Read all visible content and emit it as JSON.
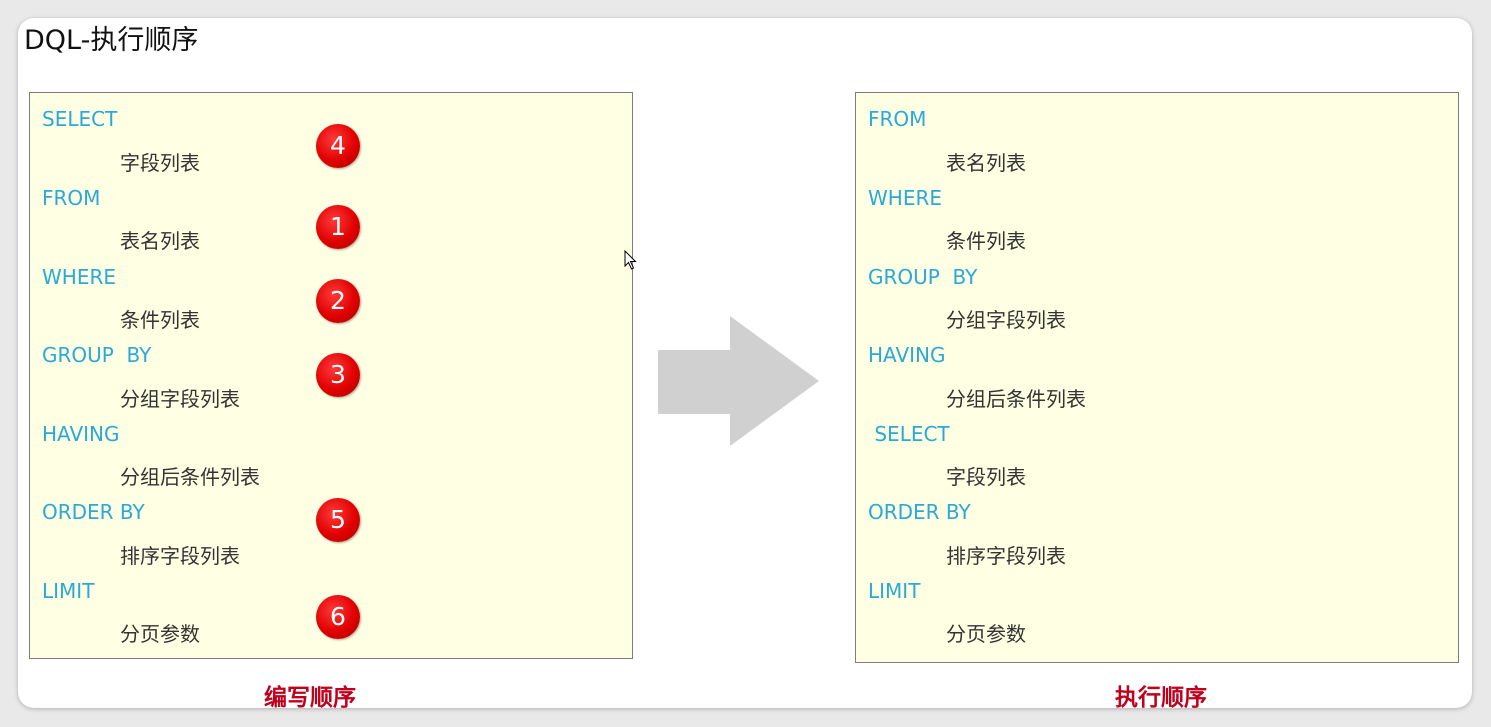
{
  "title": "DQL-执行顺序",
  "write_order": {
    "caption": "编写顺序",
    "rows": [
      {
        "keyword": "SELECT",
        "value": "字段列表",
        "step": "4"
      },
      {
        "keyword": "FROM",
        "value": "表名列表",
        "step": "1"
      },
      {
        "keyword": "WHERE",
        "value": "条件列表",
        "step": "2"
      },
      {
        "keyword": "GROUP  BY",
        "value": "分组字段列表",
        "step": "3"
      },
      {
        "keyword": "HAVING",
        "value": "分组后条件列表",
        "step": ""
      },
      {
        "keyword": "ORDER BY",
        "value": "排序字段列表",
        "step": "5"
      },
      {
        "keyword": "LIMIT",
        "value": "分页参数",
        "step": "6"
      }
    ]
  },
  "exec_order": {
    "caption": "执行顺序",
    "rows": [
      {
        "keyword": "FROM",
        "value": "表名列表"
      },
      {
        "keyword": "WHERE",
        "value": "条件列表"
      },
      {
        "keyword": "GROUP  BY",
        "value": "分组字段列表"
      },
      {
        "keyword": "HAVING",
        "value": "分组后条件列表"
      },
      {
        "keyword": " SELECT",
        "value": "字段列表"
      },
      {
        "keyword": "ORDER BY",
        "value": "排序字段列表"
      },
      {
        "keyword": "LIMIT",
        "value": "分页参数"
      }
    ]
  },
  "colors": {
    "keyword": "#2aa9d9",
    "value": "#333333",
    "caption": "#c0001d",
    "badge": "#e00000",
    "box_fill": "#ffffe3",
    "arrow": "#d0d0d0"
  },
  "icons": {
    "arrow": "right-arrow-icon",
    "cursor": "mouse-pointer-icon"
  }
}
